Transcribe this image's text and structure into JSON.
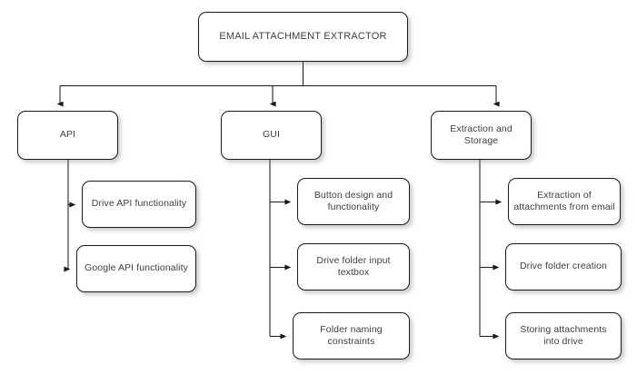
{
  "diagram": {
    "type": "tree",
    "orientation": "top-down",
    "root": {
      "id": "root",
      "label": "EMAIL ATTACHMENT EXTRACTOR"
    },
    "branches": [
      {
        "id": "api",
        "label": "API",
        "children": [
          {
            "id": "api-drive",
            "label": "Drive API functionality"
          },
          {
            "id": "api-google",
            "label": "Google API functionality"
          }
        ]
      },
      {
        "id": "gui",
        "label": "GUI",
        "children": [
          {
            "id": "gui-button",
            "label": "Button design and\nfunctionality"
          },
          {
            "id": "gui-textbox",
            "label": "Drive folder input\ntextbox"
          },
          {
            "id": "gui-naming",
            "label": "Folder naming\nconstraints"
          }
        ]
      },
      {
        "id": "storage",
        "label": "Extraction and\nStorage",
        "children": [
          {
            "id": "st-extract",
            "label": "Extraction of\nattachments from email"
          },
          {
            "id": "st-folder",
            "label": "Drive folder creation"
          },
          {
            "id": "st-store",
            "label": "Storing attachments\ninto drive"
          }
        ]
      }
    ],
    "style": {
      "background": "#ffffff",
      "node_fill": "#ffffff",
      "node_border": "#1a1a1a",
      "text_color": "#404040",
      "connector_color": "#1a1a1a",
      "shadow_color": "#787887"
    }
  }
}
